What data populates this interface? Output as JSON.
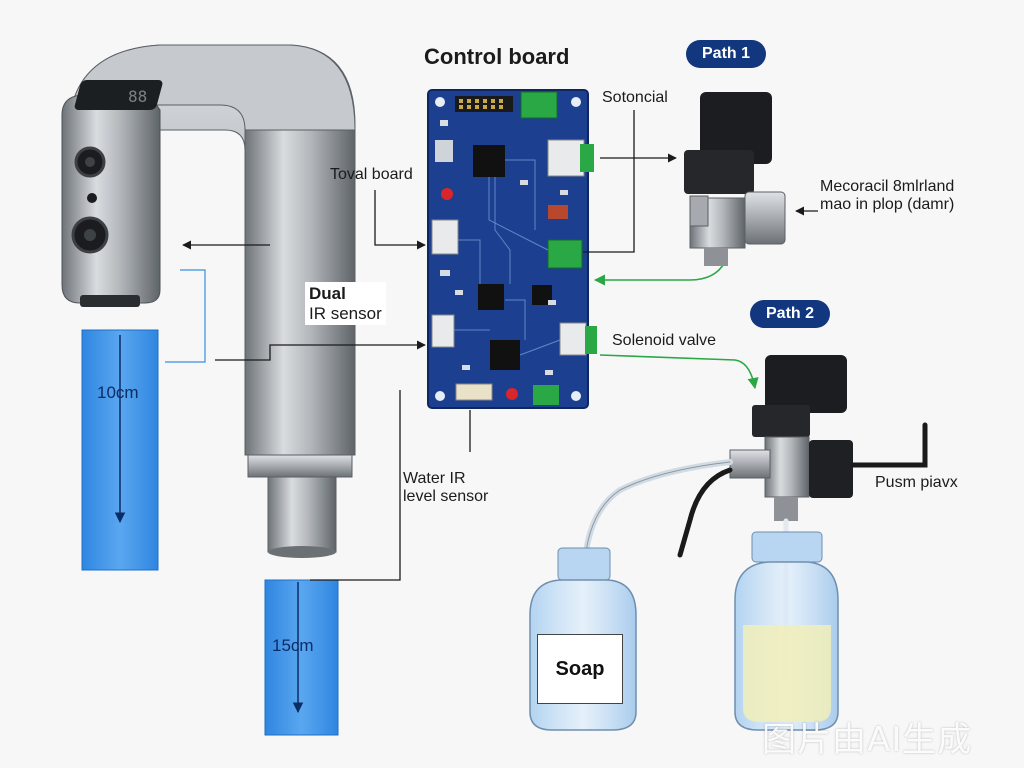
{
  "diagram": {
    "title": "Control board",
    "paths": [
      {
        "label": "Path 1"
      },
      {
        "label": "Path 2"
      }
    ],
    "labels": {
      "solenoid_top": "Sotoncial",
      "tonal_board": "Toval board",
      "dual_ir_line1": "Dual",
      "dual_ir_line2": "IR sensor",
      "mechanical_line1": "Mecoracil 8mlrland",
      "mechanical_line2": "mao in plop (damr)",
      "solenoid_valve": "Solenoid valve",
      "water_ir_line1": "Water IR",
      "water_ir_line2": "level sensor",
      "pump": "Pusm piavx",
      "soap": "Soap"
    },
    "measurements": {
      "upper": "10cm",
      "lower": "15cm"
    },
    "watermark": "图片由AI生成"
  },
  "colors": {
    "board": "#1d3f8f",
    "pill": "#12377f",
    "measure_zone": "#3f95e6",
    "green_wire": "#2aa845",
    "steel": "#a9adb2"
  }
}
